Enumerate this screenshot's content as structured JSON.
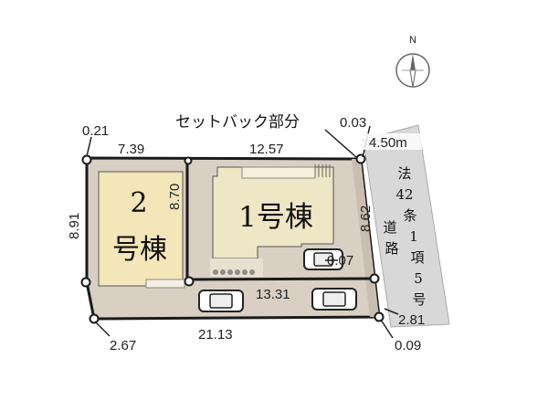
{
  "compass": {
    "label": "N"
  },
  "setback_label": "セットバック部分",
  "road": {
    "width": "4.50m",
    "label_chars": [
      "法",
      "42",
      "条",
      "1",
      "項",
      "5",
      "号"
    ],
    "label_chars_2": [
      "道",
      "路"
    ]
  },
  "houses": {
    "house2": {
      "number": "2",
      "label": "号棟"
    },
    "house1": {
      "label": "1号棟"
    }
  },
  "dimensions": {
    "top_left_corner": "0.21",
    "top_left_edge": "7.39",
    "top_right_edge": "12.57",
    "top_right_corner": "0.03",
    "left_edge": "8.91",
    "divider": "8.70",
    "right_edge": "8.62",
    "inner_right": "0.07",
    "driveway": "13.31",
    "bottom_edge": "21.13",
    "bottom_left": "2.67",
    "bottom_right_1": "2.81",
    "bottom_right_2": "0.09"
  },
  "colors": {
    "lot_fill": "#d9cfc3",
    "house2_fill": "#f3e6b8",
    "house1_fill": "#efe6c6",
    "road_fill": "#d8d8d8",
    "outline": "#1a1a1a"
  }
}
